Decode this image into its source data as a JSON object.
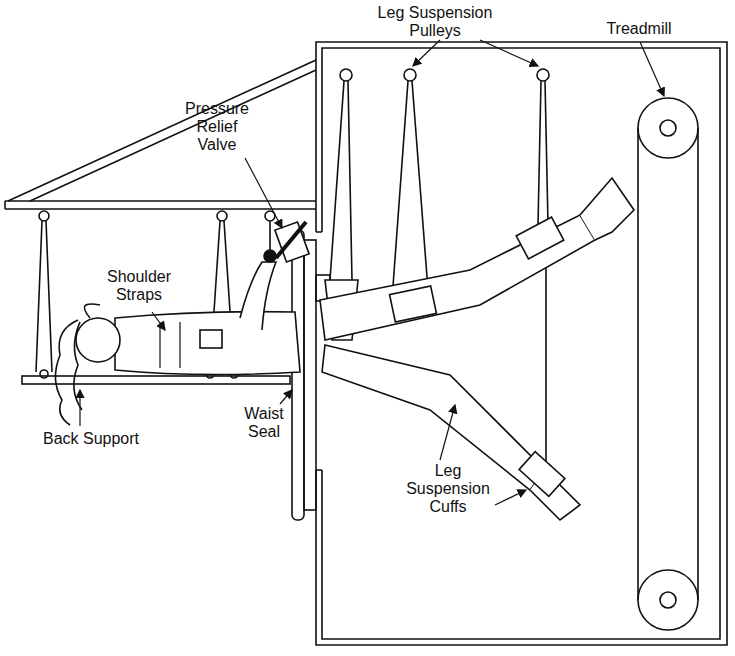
{
  "diagram": {
    "labels": [
      "Leg Suspension Pulleys",
      "Treadmill",
      "Pressure Relief Valve",
      "Shoulder Straps",
      "Back Support",
      "Waist Seal",
      "Leg Suspension Cuffs"
    ]
  }
}
